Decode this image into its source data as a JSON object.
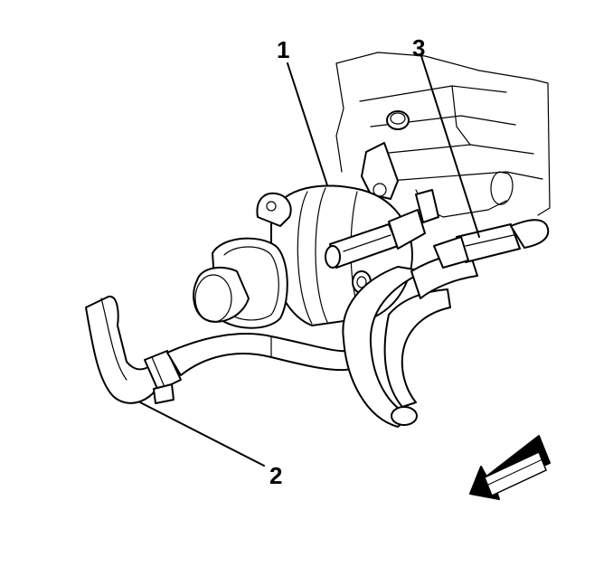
{
  "callouts": {
    "one": "1",
    "two": "2",
    "three": "3"
  },
  "icons": {
    "direction_arrow": "front-direction-arrow-icon"
  },
  "colors": {
    "line": "#000000",
    "background": "#ffffff"
  }
}
